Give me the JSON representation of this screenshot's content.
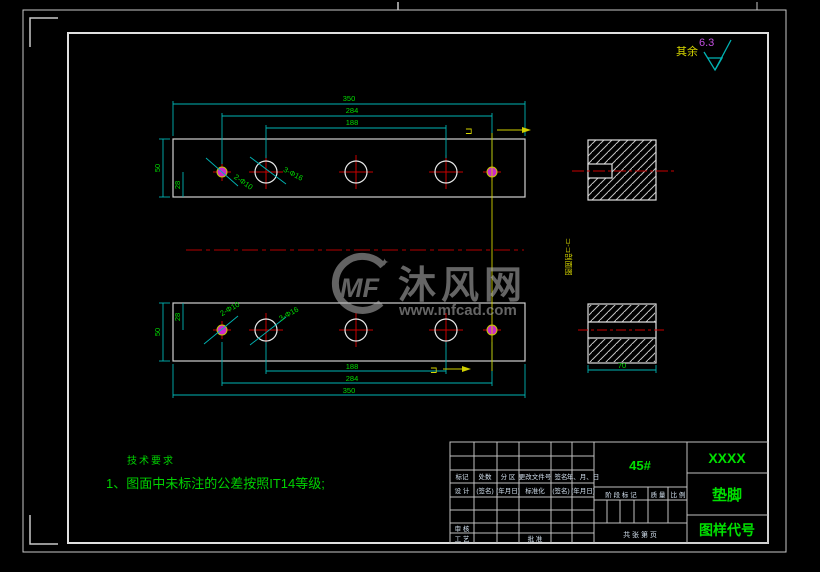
{
  "roughness_note": {
    "prefix": "其余",
    "value": "6.3"
  },
  "tech_requirements": {
    "title": "技术要求",
    "item_1": "1、图面中未标注的公差按照IT14等级;"
  },
  "watermark": {
    "logo_text": "MF",
    "star": "✦",
    "site_name": "沐风网",
    "site_url": "www.mfcad.com"
  },
  "views": {
    "top_view": {
      "dim_length_overall": "350",
      "dim_small_holes_span": "284",
      "dim_big_holes_span": "188",
      "dim_height": "50",
      "dim_hole_offset": "28",
      "label_small_holes": "2-Φ10",
      "label_big_holes": "3-Φ16"
    },
    "bottom_view": {
      "dim_length_overall": "350",
      "dim_small_holes_span": "284",
      "dim_big_holes_span": "188",
      "dim_height": "50",
      "dim_hole_offset": "28",
      "label_small_holes": "2-Φ10",
      "label_big_holes": "3-Φ16"
    },
    "section_bottom": {
      "dim_width": "70"
    },
    "section_cut": {
      "mark_top": "⊐",
      "mark_bottom": "⊐",
      "label_vertical": "⊐-⊐剖面图"
    }
  },
  "title_block": {
    "material": "45#",
    "company": "XXXX",
    "part_name": "垫脚",
    "drawing_code": "图样代号",
    "revision_header": [
      "标记",
      "处数",
      "分 区",
      "更改文件号",
      "签名",
      "年、月、日"
    ],
    "signature_row": [
      "设 计",
      "(签名)",
      "(年月日)",
      "标准化",
      "(签名)",
      "(年月日)"
    ],
    "audit_label": "审 核",
    "craft_label": "工 艺",
    "approve_label": "批 准",
    "stage_label": "阶 段 标 记",
    "weight_label": "质 量",
    "scale_label": "比 例",
    "sheet_label": "共  张 第  页"
  }
}
